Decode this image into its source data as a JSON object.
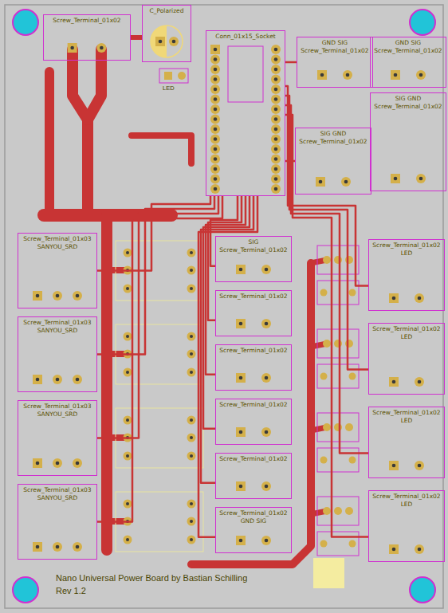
{
  "diagram": {
    "nodes": [
      {
        "text": [
          "Screw_Terminal_01x02"
        ]
      },
      {
        "text": [
          "C_Polarized"
        ]
      },
      {
        "text": [
          "Conn_01x15_Socket"
        ]
      },
      {
        "text": [
          "GND SIG",
          "Screw_Terminal_01x02"
        ]
      },
      {
        "text": [
          "GND SIG",
          "Screw_Terminal_01x02"
        ]
      },
      {
        "text": [
          "SIG GND",
          "Screw_Terminal_01x02"
        ]
      },
      {
        "text": [
          "SIG GND",
          "Screw_Terminal_01x02"
        ]
      },
      {
        "text": [
          "Screw_Terminal_01x03",
          "SANYOU_SRD"
        ]
      },
      {
        "text": [
          "Screw_Terminal_01x03",
          "SANYOU_SRD"
        ]
      },
      {
        "text": [
          "Screw_Terminal_01x03",
          "SANYOU_SRD"
        ]
      },
      {
        "text": [
          "Screw_Terminal_01x03",
          "SANYOU_SRD"
        ]
      },
      {
        "text": [
          "SIG",
          "Screw_Terminal_01x02"
        ]
      },
      {
        "text": [
          "Screw_Terminal_01x02"
        ]
      },
      {
        "text": [
          "Screw_Terminal_01x02"
        ]
      },
      {
        "text": [
          "Screw_Terminal_01x02"
        ]
      },
      {
        "text": [
          "Screw_Terminal_01x02"
        ]
      },
      {
        "text": [
          "Screw_Terminal_01x02",
          "GND SIG"
        ]
      },
      {
        "text": [
          "Screw_Terminal_01x02",
          "LED"
        ]
      },
      {
        "text": [
          "Screw_Terminal_01x02",
          "LED"
        ]
      },
      {
        "text": [
          "Screw_Terminal_01x02",
          "LED"
        ]
      },
      {
        "text": [
          "Screw_Terminal_01x02",
          "LED"
        ]
      }
    ],
    "edges": [
      {
        "from": 0,
        "to": 1,
        "arrow": "none"
      },
      {
        "from": 2,
        "to": 3,
        "arrow": "none"
      },
      {
        "from": 2,
        "to": 5,
        "arrow": "none"
      },
      {
        "from": 2,
        "to": 7,
        "arrow": "none"
      },
      {
        "from": 2,
        "to": 8,
        "arrow": "none"
      },
      {
        "from": 2,
        "to": 9,
        "arrow": "none"
      },
      {
        "from": 2,
        "to": 10,
        "arrow": "none"
      },
      {
        "from": 2,
        "to": 11,
        "arrow": "none"
      },
      {
        "from": 2,
        "to": 12,
        "arrow": "none"
      },
      {
        "from": 2,
        "to": 13,
        "arrow": "none"
      },
      {
        "from": 2,
        "to": 14,
        "arrow": "none"
      },
      {
        "from": 2,
        "to": 15,
        "arrow": "none"
      },
      {
        "from": 2,
        "to": 16,
        "arrow": "none"
      },
      {
        "from": 2,
        "to": 17,
        "arrow": "none"
      },
      {
        "from": 2,
        "to": 18,
        "arrow": "none"
      },
      {
        "from": 2,
        "to": 19,
        "arrow": "none"
      },
      {
        "from": 2,
        "to": 20,
        "arrow": "none"
      }
    ],
    "labels": [
      "LED",
      "Nano Universal Power Board by Bastian Schilling",
      "Rev 1.2"
    ]
  }
}
